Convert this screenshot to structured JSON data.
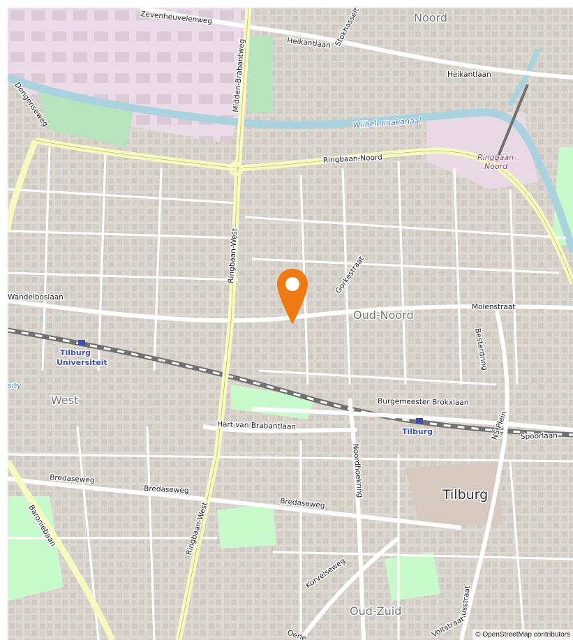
{
  "map": {
    "colors": {
      "background": "#f2efe9",
      "residential": "#e0dfdf",
      "industrial": "#ebdbe8",
      "park": "#c8facc",
      "water": "#aad3df",
      "trunk_road": "#f7fabf",
      "rail": "#6b6b6b",
      "marker": "#f07a12"
    },
    "labels": {
      "zevenheuvelenweg": "Zevenheuvelenweg",
      "noord": "Noord",
      "heikantlaan_1": "Heikantlaan",
      "heikantlaan_2": "Heikantlaan",
      "stokhasseltlaan": "Stokhasselt",
      "midden_brabantweg": "Midden-Brabantweg",
      "dongenseweg": "Dongenseweg",
      "wilhelminakanaal": "Wilhelminakanaal",
      "ringbaan_noord_road": "Ringbaan-Noord",
      "ringbaan_noord_station_1": "Ringbaan-",
      "ringbaan_noord_station_2": "Noord",
      "ringbaan_west_1": "Ringbaan-West",
      "ringbaan_west_2": "Ringbaan-West",
      "gorkestraat": "Gorkestraat",
      "wandelboslaan": "Wandelboslaan",
      "oud_noord": "Oud-Noord",
      "molenstraat": "Molenstraat",
      "besterdring": "Besterdring",
      "tilburg_universiteit_1": "Tilburg",
      "tilburg_universiteit_2": "Universiteit",
      "sity": "sity",
      "west": "West",
      "burgemeester_brokxlaan": "Burgemeester Brokxlaan",
      "hart_van_brabantlaan": "Hart van Brabantlaan",
      "tilburg_station": "Tilburg",
      "ns_plein": "NS Plein",
      "spoorlaan": "Spoorlaan",
      "noordhoekring": "Noordhoekring",
      "bredaseweg_1": "Bredaseweg",
      "bredaseweg_2": "Bredaseweg",
      "bredaseweg_3": "Bredaseweg",
      "tilburg_city": "Tilburg",
      "baroniebaan": "Baroniebaan",
      "korvelseweg": "Korvelseweg",
      "plusstraat": "Piusstraat",
      "oud_zuid": "Oud-Zuid",
      "voltstraat": "Voltstraat",
      "oerle": "Oerle"
    },
    "attribution": "© OpenStreetMap contributors",
    "marker_icon": "map-pin-icon"
  }
}
